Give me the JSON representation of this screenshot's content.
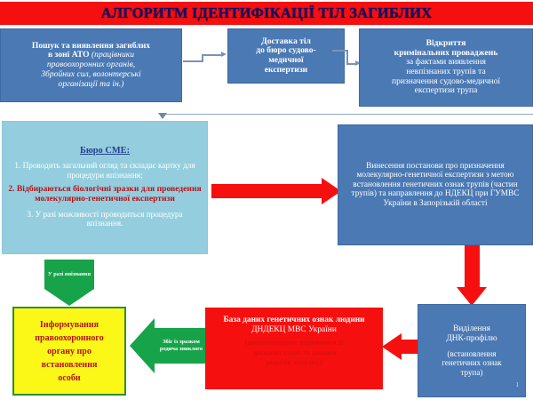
{
  "title": {
    "text": "АЛГОРИТМ ІДЕНТИФІКАЦІЇ ТІЛ ЗАГИБЛИХ"
  },
  "colors": {
    "title_bg": "#f60f0f",
    "title_text": "#10106e",
    "blue_box": "#4a79b4",
    "light_blue_box": "#94cede",
    "red_box": "#f60f0f",
    "yellow_box": "#fbf818",
    "green_arrow": "#17a349",
    "red_arrow": "#f60f0f",
    "dark_red_text": "#b5121b"
  },
  "boxes": {
    "search": {
      "line1": "Пошук та виявлення загиблих",
      "line2": "в зоні АТО",
      "line2_italic": "(працівники",
      "line3": "правоохоронних органів,",
      "line4": "Збройних сил,  волонтерські",
      "line5": "організації та ін.)"
    },
    "delivery": {
      "line1": "Доставка тіл",
      "line2": "до бюро судово-",
      "line3": "медичної",
      "line4": "експертизи"
    },
    "criminal": {
      "line1": "Відкриття",
      "line2": "кримінальних проваджень",
      "line3": "за фактами виявлення",
      "line4": "невпізнаних трупів та",
      "line5": "призначення судово-медичної",
      "line6": "експертизи трупа"
    },
    "sme": {
      "title": "Бюро СМЕ:",
      "item1": "1. Проводить загальний огляд та складає картку для процедури впізнання;",
      "item2": "2. Відбираються біологічні зразки для проведення  молекулярно-генетичної експертизи",
      "item3": "3. У разі можливості проводиться процедура  впізнання."
    },
    "decision": {
      "text": "Винесення постанови про призначення молекулярно-генетичної експертизи з метою встановлення генетичних ознак трупів (частин трупів) та направлення до НДЕКЦ при  ГУМВС України в Запорізькій області"
    },
    "dna": {
      "line1": "Виділення",
      "line2": "ДНК-профілю",
      "line3": "(встановлення",
      "line4": "генетичних ознак",
      "line5": "трупа)",
      "mark": "1"
    },
    "database": {
      "bold_part": "База даних генетичних ознак людини",
      "plain_part": "ДНДЕКЦ МВС України",
      "faint_line1": "(автоматизоване порівняння зі",
      "faint_line2": "зразками ознак та даними",
      "faint_line3": "родичів зниклих)"
    },
    "inform": {
      "line1": "Інформування",
      "line2": "правоохоронного",
      "line3": "органу про",
      "line4": "встановлення",
      "line5": "особи"
    }
  },
  "arrows": {
    "green_down_label": "У разі впізнання",
    "green_left_label": "Збіг із зразком родича зниклого"
  }
}
